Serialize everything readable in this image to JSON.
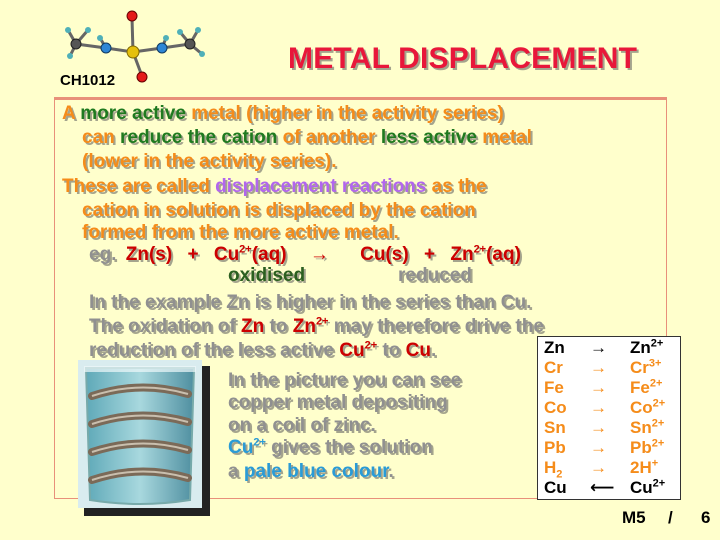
{
  "header": {
    "title": "METAL DISPLACEMENT",
    "code": "CH1012"
  },
  "footer": {
    "module": "M5",
    "separator": "/",
    "page": "6"
  },
  "body": {
    "p1": [
      [
        "A ",
        "more active",
        " metal (higher in the activity series)"
      ],
      [
        "can ",
        "reduce the cation",
        " of another ",
        "less active",
        " metal"
      ],
      [
        "(lower in the activity series)."
      ]
    ],
    "p2": [
      [
        "These are called ",
        "displacement reactions",
        " as the"
      ],
      [
        "cation in solution is displaced by the cation"
      ],
      [
        "formed from the more active metal."
      ]
    ],
    "eg": {
      "prefix": "eg.",
      "reactant_1": "Zn(s)",
      "plus": "+",
      "reactant_2": "Cu",
      "reactant_2_sup": "2+",
      "reactant_2_state": "(aq)",
      "arrow": "→",
      "product_1": "Cu(s)",
      "product_2": "Zn",
      "product_2_sup": "2+",
      "product_2_state": "(aq)",
      "label_oxidised": "oxidised",
      "label_reduced": "reduced"
    },
    "p3": {
      "line1": "In the example Zn is higher in the series than Cu.",
      "line2_a": "The oxidation of ",
      "line2_zn": "Zn",
      "line2_b": " to ",
      "line2_zn2": "Zn",
      "line2_sup": "2+",
      "line2_c": " may therefore drive the",
      "line3_a": "reduction of the less active ",
      "line3_cu": "Cu",
      "line3_sup": "2+",
      "line3_b": " to ",
      "line3_cu2": "Cu",
      "line3_c": "."
    },
    "picture_text": {
      "line1": "In the picture you can see",
      "line2": "copper metal depositing",
      "line3": "on a coil of zinc.",
      "line4_ion": "Cu",
      "line4_sup": "2+",
      "line4_rest": " gives the solution",
      "line5_a": "a ",
      "line5_colour": "pale blue colour",
      "line5_b": "."
    }
  },
  "activity_series": [
    {
      "metal": "Zn",
      "arrow": "→",
      "ion": "Zn",
      "charge": "2+",
      "color": "#000000"
    },
    {
      "metal": "Cr",
      "arrow": "→",
      "ion": "Cr",
      "charge": "3+",
      "color": "#f58c1a"
    },
    {
      "metal": "Fe",
      "arrow": "→",
      "ion": "Fe",
      "charge": "2+",
      "color": "#f58c1a"
    },
    {
      "metal": "Co",
      "arrow": "→",
      "ion": "Co",
      "charge": "2+",
      "color": "#f58c1a"
    },
    {
      "metal": "Sn",
      "arrow": "→",
      "ion": "Sn",
      "charge": "2+",
      "color": "#f58c1a"
    },
    {
      "metal": "Pb",
      "arrow": "→",
      "ion": "Pb",
      "charge": "2+",
      "color": "#f58c1a"
    },
    {
      "metal": "H",
      "metal_sub": "2",
      "arrow": "→",
      "ion": "2H",
      "charge": "+",
      "color": "#f58c1a"
    },
    {
      "metal": "Cu",
      "arrow": "⟵",
      "ion": "Cu",
      "charge": "2+",
      "color": "#000000"
    }
  ],
  "colors": {
    "title": "#e8173a",
    "orange": "#f58c1a",
    "green": "#1f7a1f",
    "grey": "#909090",
    "purple": "#b266ee",
    "red": "#cc0000",
    "blue": "#2a9bd6",
    "background": "#ffffcc"
  },
  "icons": {
    "molecule": "molecule-model-icon",
    "beaker": "beaker-photo"
  }
}
